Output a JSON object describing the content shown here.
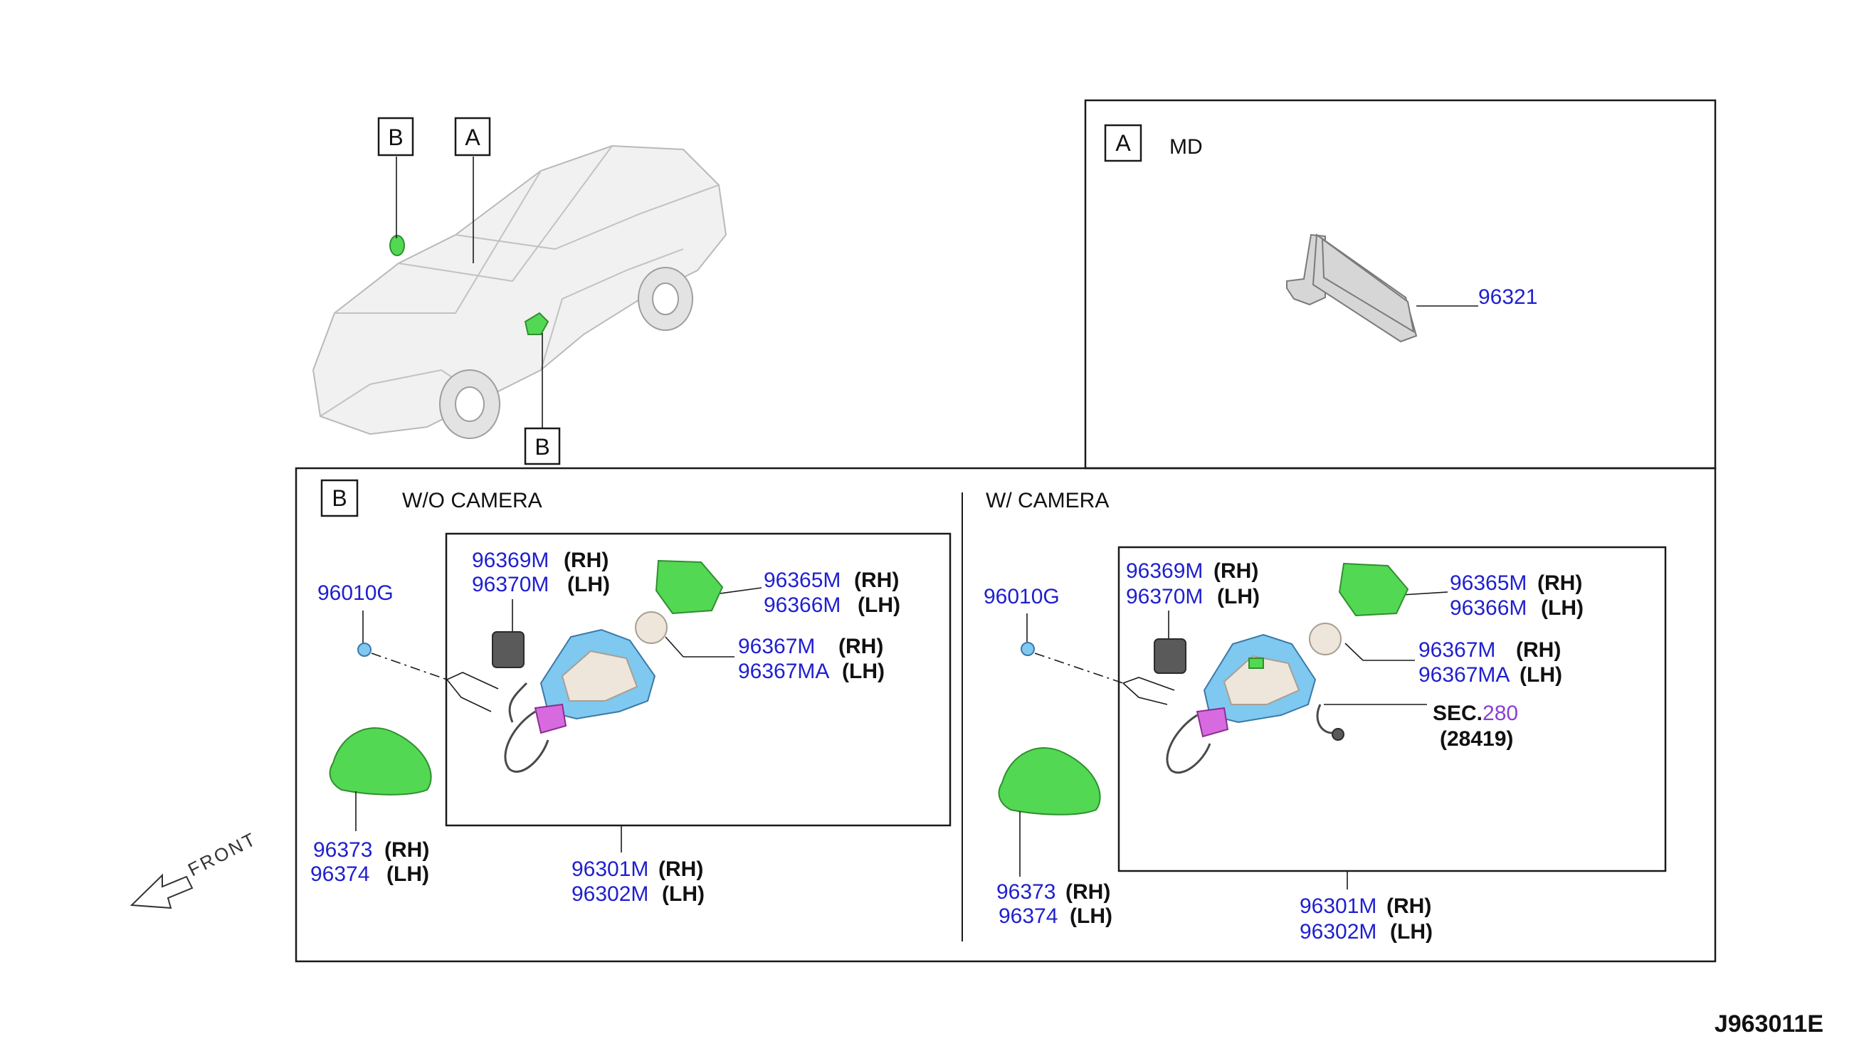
{
  "overview": {
    "callout_b_top": "B",
    "callout_a": "A",
    "callout_b_bottom": "B"
  },
  "panel_a": {
    "badge": "A",
    "title": "MD",
    "part": "96321"
  },
  "panel_b": {
    "badge": "B",
    "wo": {
      "title": "W/O CAMERA",
      "actuator": {
        "rh": "96369M",
        "lh": "96370M"
      },
      "glass": {
        "rh": "96365M",
        "lh": "96366M"
      },
      "lamp": {
        "rh": "96367M",
        "lh": "96367MA"
      },
      "screw": "96010G",
      "cover": {
        "rh": "96373",
        "lh": "96374"
      },
      "assembly": {
        "rh": "96301M",
        "lh": "96302M"
      }
    },
    "w": {
      "title": "W/ CAMERA",
      "actuator": {
        "rh": "96369M",
        "lh": "96370M"
      },
      "glass": {
        "rh": "96365M",
        "lh": "96366M"
      },
      "lamp": {
        "rh": "96367M",
        "lh": "96367MA"
      },
      "screw": "96010G",
      "sec_prefix": "SEC.",
      "sec_num": "280",
      "sec_part": "(28419)",
      "cover": {
        "rh": "96373",
        "lh": "96374"
      },
      "assembly": {
        "rh": "96301M",
        "lh": "96302M"
      }
    }
  },
  "suffix": {
    "rh": "(RH)",
    "lh": "(LH)"
  },
  "front_label": "FRONT",
  "diagram_code": "J963011E"
}
